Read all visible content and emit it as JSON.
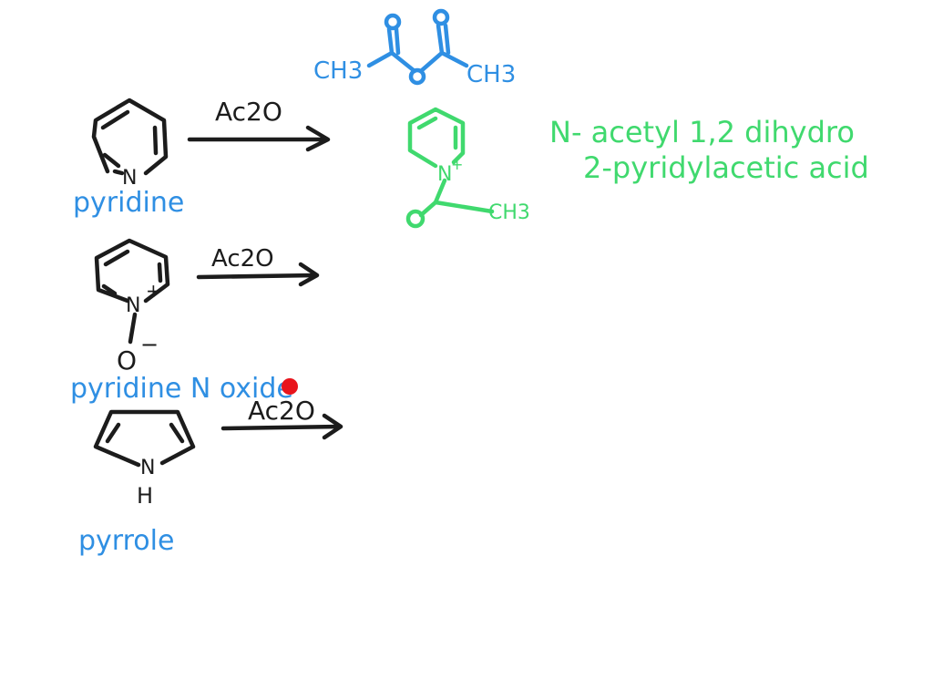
{
  "colors": {
    "ink": "#1c1c1c",
    "label": "#2f8fe3",
    "product": "#40d96e",
    "pointer": "#e8141c"
  },
  "reactions": [
    {
      "reagent": "Ac2O",
      "reactant_label": "pyridine",
      "atom": "N"
    },
    {
      "reagent": "Ac2O",
      "reactant_label": "pyridine N oxide",
      "atom": "N",
      "charge": "+",
      "oxygen": "O",
      "oxygen_charge": "−"
    },
    {
      "reagent": "Ac2O",
      "reactant_label": "pyrrole",
      "atom": "N",
      "hydrogen": "H"
    }
  ],
  "anhydride": {
    "left": "CH3",
    "right": "CH3",
    "o_top_left": "O",
    "o_top_right": "O",
    "o_bridge": "O"
  },
  "product": {
    "atom": "N",
    "charge": "+",
    "carbonyl_o": "O",
    "methyl": "CH3",
    "name_line1": "N- acetyl 1,2 dihydro",
    "name_line2": "2-pyridylacetic acid"
  }
}
